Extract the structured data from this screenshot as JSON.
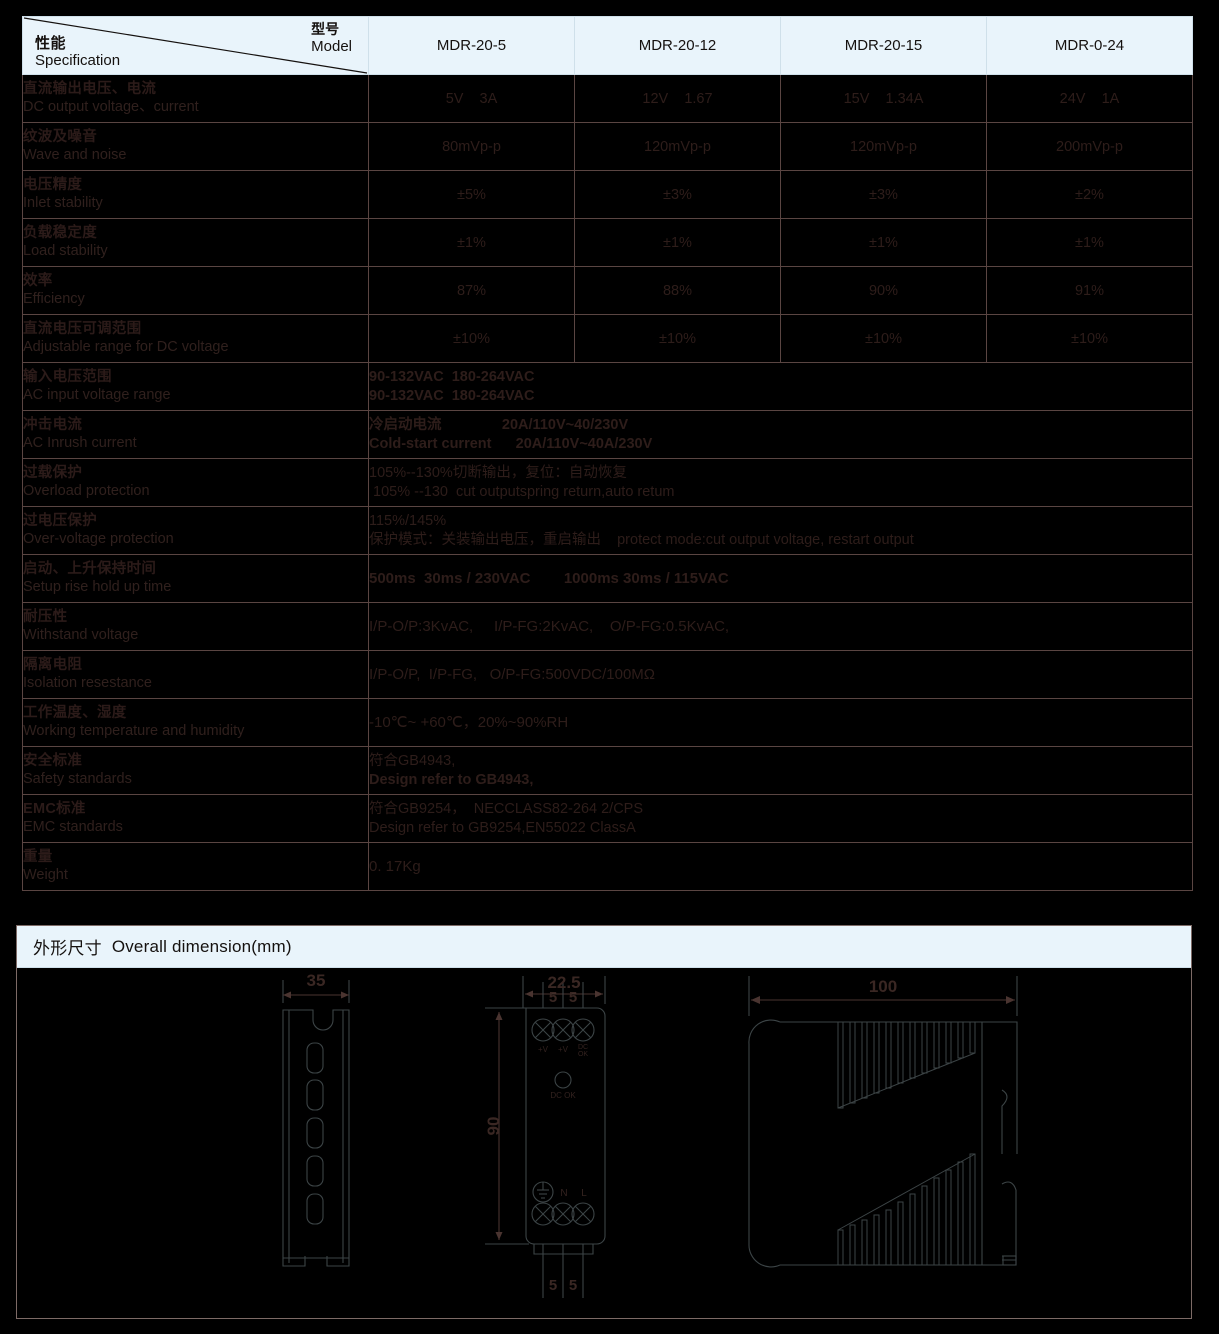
{
  "colors": {
    "page_background": "#000000",
    "header_band": "#e9f4fb",
    "text_dark": "#2e1d1a",
    "grid_line": "#5a4542",
    "drawing_line": "#3c4446"
  },
  "spec_table": {
    "corner": {
      "spec_cn": "性能",
      "spec_en": "Specification",
      "model_cn": "型号",
      "model_en": "Model"
    },
    "models": [
      "MDR-20-5",
      "MDR-20-12",
      "MDR-20-15",
      "MDR-0-24"
    ],
    "rows": [
      {
        "label_cn": "直流输出电压、电流",
        "label_en": "DC output voltage、current",
        "type": "per-model",
        "values": [
          "5V    3A",
          "12V    1.67",
          "15V    1.34A",
          "24V    1A"
        ]
      },
      {
        "label_cn": "纹波及噪音",
        "label_en": "Wave and noise",
        "type": "per-model",
        "values": [
          "80mVp-p",
          "120mVp-p",
          "120mVp-p",
          "200mVp-p"
        ]
      },
      {
        "label_cn": "电压精度",
        "label_en": "Inlet stability",
        "type": "per-model",
        "values": [
          "±5%",
          "±3%",
          "±3%",
          "±2%"
        ]
      },
      {
        "label_cn": "负载稳定度",
        "label_en": "Load stability",
        "type": "per-model",
        "values": [
          "±1%",
          "±1%",
          "±1%",
          "±1%"
        ]
      },
      {
        "label_cn": "效率",
        "label_en": "Efficiency",
        "type": "per-model",
        "values": [
          "87%",
          "88%",
          "90%",
          "91%"
        ]
      },
      {
        "label_cn": "直流电压可调范围",
        "label_en": "Adjustable range for DC voltage",
        "type": "per-model",
        "values": [
          "±10%",
          "±10%",
          "±10%",
          "±10%"
        ]
      },
      {
        "label_cn": "输入电压范围",
        "label_en": "AC input voltage range",
        "type": "merged",
        "line1": "90-132VAC  180-264VAC",
        "line2": "90-132VAC  180-264VAC",
        "bold1": true,
        "bold2": true
      },
      {
        "label_cn": "冲击电流",
        "label_en": "AC  Inrush  current",
        "type": "merged",
        "line1": "冷启动电流               20A/110V~40/230V",
        "line2": "Cold-start current      20A/110V~40A/230V",
        "bold1": true,
        "bold2": true
      },
      {
        "label_cn": "过载保护",
        "label_en": "Overload protection",
        "type": "merged",
        "line1": "105%--130%切断输出，复位：自动恢复",
        "line2": " 105% --130  cut outputspring return,auto retum",
        "bold1": false,
        "bold2": false
      },
      {
        "label_cn": "过电压保护",
        "label_en": "Over-voltage protection",
        "type": "merged",
        "line1": "115%/145%",
        "line2": "保护模式：关装输出电压，重启输出    protect mode:cut output voltage, restart output",
        "bold1": false,
        "bold2": false
      },
      {
        "label_cn": "启动、上升保持时间",
        "label_en": "Setup rise hold up time",
        "type": "merged",
        "line1": "500ms  30ms / 230VAC        1000ms 30ms / 115VAC",
        "line2": "",
        "bold1": true,
        "bold2": false
      },
      {
        "label_cn": "耐压性",
        "label_en": "Withstand voltage",
        "type": "merged",
        "line1": "I/P-O/P:3KvAC,     I/P-FG:2KvAC,    O/P-FG:0.5KvAC,",
        "line2": "",
        "bold1": false,
        "bold2": false
      },
      {
        "label_cn": "隔离电阻",
        "label_en": "Isolation resestance",
        "type": "merged",
        "line1": "I/P-O/P,  I/P-FG,   O/P-FG:500VDC/100MΩ",
        "line2": "",
        "bold1": false,
        "bold2": false
      },
      {
        "label_cn": "工作温度、湿度",
        "label_en": "Working temperature and humidity",
        "type": "merged",
        "line1": "-10℃~ +60℃，20%~90%RH",
        "line2": "",
        "bold1": false,
        "bold2": false
      },
      {
        "label_cn": "安全标准",
        "label_en": "Safety standards",
        "type": "merged",
        "line1": "符合GB4943,",
        "line2": "Design refer to GB4943,",
        "bold1": false,
        "bold2": true
      },
      {
        "label_cn": "EMC标准",
        "label_en": "EMC standards",
        "type": "merged",
        "line1": "符合GB9254，  NECCLASS82-264 2/CPS",
        "line2": "Design refer to GB9254,EN55022 ClassA",
        "bold1": false,
        "bold2": false
      },
      {
        "label_cn": "重量",
        "label_en": "Weight",
        "type": "merged",
        "line1": "0. 17Kg",
        "line2": "",
        "bold1": false,
        "bold2": false
      }
    ]
  },
  "dimension_section": {
    "title_cn": "外形尺寸",
    "title_en": "Overall dimension(mm)",
    "drawings": {
      "rail_view": {
        "width_label": "35"
      },
      "front_view": {
        "width_label": "22.5",
        "height_label": "90",
        "top_pitch_labels": [
          "5",
          "5"
        ],
        "bottom_pitch_labels": [
          "5",
          "5"
        ],
        "top_terminals": [
          "+V",
          "+V",
          "DC\nOK"
        ],
        "led_label": "DC OK",
        "bottom_terminals": [
          "ground",
          "N",
          "L"
        ]
      },
      "side_view": {
        "width_label": "100"
      }
    }
  }
}
